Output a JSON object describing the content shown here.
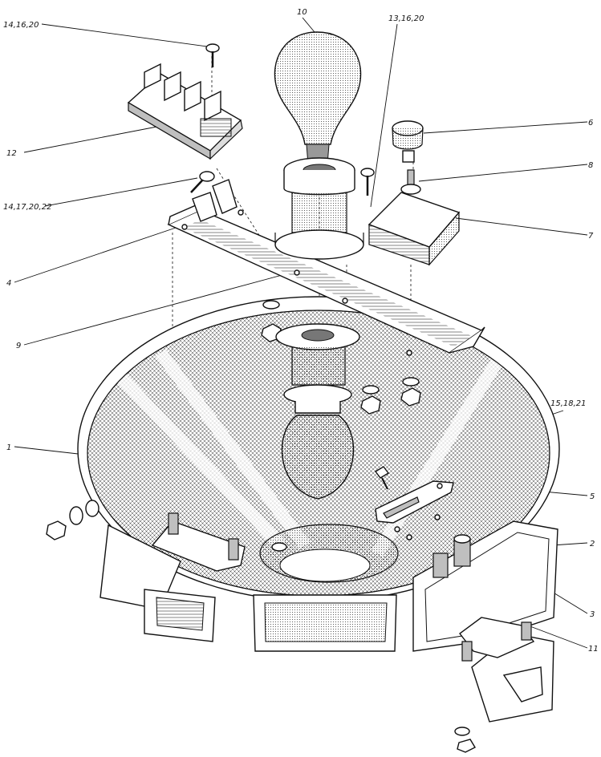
{
  "figure": {
    "callouts": [
      {
        "id": "c1",
        "text": "1"
      },
      {
        "id": "c2",
        "text": "2"
      },
      {
        "id": "c3",
        "text": "3"
      },
      {
        "id": "c4",
        "text": "4"
      },
      {
        "id": "c5",
        "text": "5"
      },
      {
        "id": "c6",
        "text": "6"
      },
      {
        "id": "c7",
        "text": "7"
      },
      {
        "id": "c8",
        "text": "8"
      },
      {
        "id": "c9",
        "text": "9"
      },
      {
        "id": "c10",
        "text": "10"
      },
      {
        "id": "c11",
        "text": "11"
      },
      {
        "id": "c12",
        "text": "12"
      },
      {
        "id": "c13",
        "text": "13,16,20"
      },
      {
        "id": "c14",
        "text": "14,16,20"
      },
      {
        "id": "c15",
        "text": "14,17,20,22"
      },
      {
        "id": "c16",
        "text": "15,18,21"
      }
    ]
  }
}
